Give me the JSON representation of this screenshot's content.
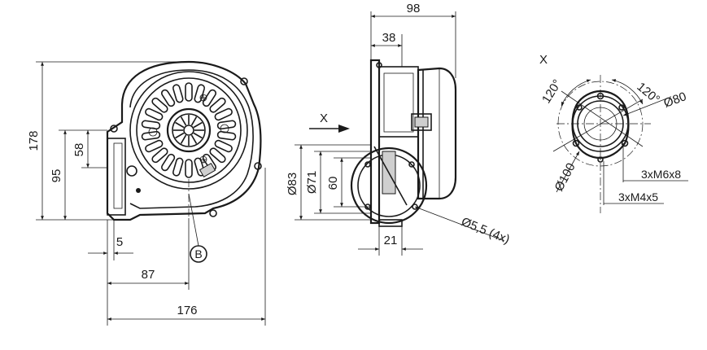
{
  "front_view": {
    "dimensions": {
      "height_total": "178",
      "height_outlet": "95",
      "outlet_inner": "58",
      "outlet_offset": "5",
      "center_offset": "87",
      "width_total": "176"
    },
    "detail_marker": "B"
  },
  "side_view": {
    "dimensions": {
      "depth_total": "98",
      "depth_flange": "38",
      "dia_outer": "Ø83",
      "dia_mid": "Ø71",
      "height_inner": "60",
      "width_bottom": "21",
      "hole_callout": "Ø5,5 (4x)"
    },
    "view_arrow_label": "X"
  },
  "detail_view": {
    "title": "X",
    "angle_left": "120°",
    "angle_right": "120°",
    "dia_inner": "Ø80",
    "dia_outer": "Ø100",
    "thread_large": "3xM6x8",
    "thread_small": "3xM4x5"
  }
}
